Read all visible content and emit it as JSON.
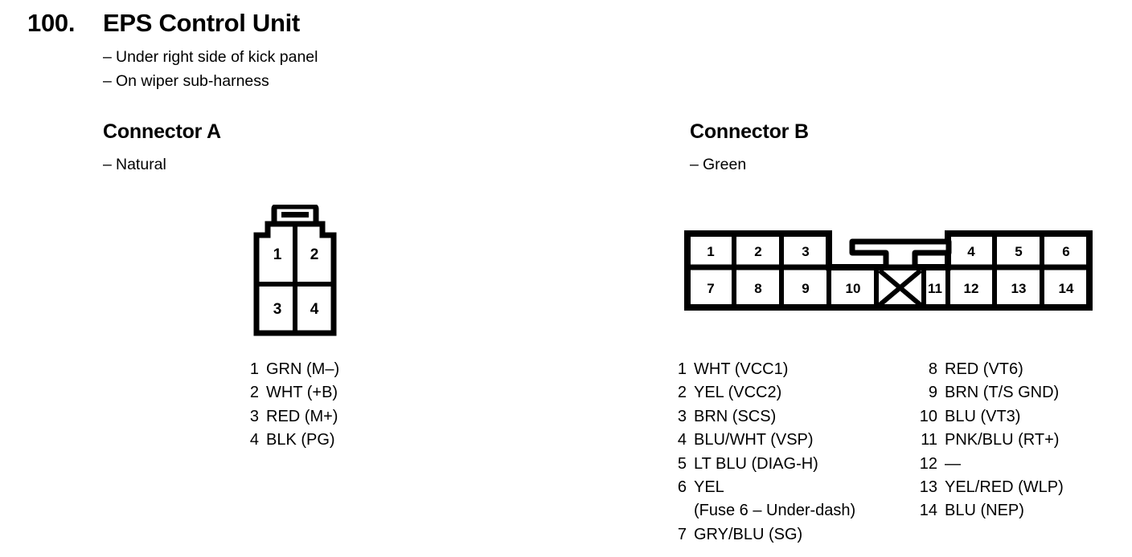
{
  "page": {
    "title_number": "100.",
    "title_text": "EPS Control Unit",
    "notes": [
      "Under right side of kick panel",
      "On wiper sub-harness"
    ],
    "dash": "–",
    "ink_color": "#000000",
    "background_color": "#ffffff"
  },
  "connector_a": {
    "heading": "Connector A",
    "subtitle": "Natural",
    "diagram": {
      "type": "connector-pinout",
      "rows": 2,
      "columns": 2,
      "latch": "top-center-tab",
      "cells": [
        [
          "1",
          "2"
        ],
        [
          "3",
          "4"
        ]
      ]
    },
    "pins": [
      {
        "num": "1",
        "label": "GRN (M–)"
      },
      {
        "num": "2",
        "label": "WHT (+B)"
      },
      {
        "num": "3",
        "label": "RED (M+)"
      },
      {
        "num": "4",
        "label": "BLK (PG)"
      }
    ]
  },
  "connector_b": {
    "heading": "Connector B",
    "subtitle": "Green",
    "diagram": {
      "type": "connector-pinout",
      "rows": 2,
      "latch": "top-center-t-tab",
      "top_row": [
        "1",
        "2",
        "3",
        "",
        "",
        "4",
        "5",
        "6"
      ],
      "bottom_row": [
        "7",
        "8",
        "9",
        "10",
        "X",
        "11",
        "12",
        "13",
        "14"
      ],
      "blank_cell_marker": "X"
    },
    "pins_left": [
      {
        "num": "1",
        "label": "WHT (VCC1)"
      },
      {
        "num": "2",
        "label": "YEL (VCC2)"
      },
      {
        "num": "3",
        "label": "BRN (SCS)"
      },
      {
        "num": "4",
        "label": "BLU/WHT (VSP)"
      },
      {
        "num": "5",
        "label": "LT BLU (DIAG-H)"
      },
      {
        "num": "6",
        "label": "YEL",
        "continuation": "(Fuse 6 – Under-dash)"
      },
      {
        "num": "7",
        "label": "GRY/BLU (SG)"
      }
    ],
    "pins_right": [
      {
        "num": "8",
        "label": "RED (VT6)"
      },
      {
        "num": "9",
        "label": "BRN (T/S GND)"
      },
      {
        "num": "10",
        "label": "BLU (VT3)"
      },
      {
        "num": "11",
        "label": "PNK/BLU (RT+)"
      },
      {
        "num": "12",
        "label": "—"
      },
      {
        "num": "13",
        "label": "YEL/RED (WLP)"
      },
      {
        "num": "14",
        "label": "BLU (NEP)"
      }
    ]
  }
}
